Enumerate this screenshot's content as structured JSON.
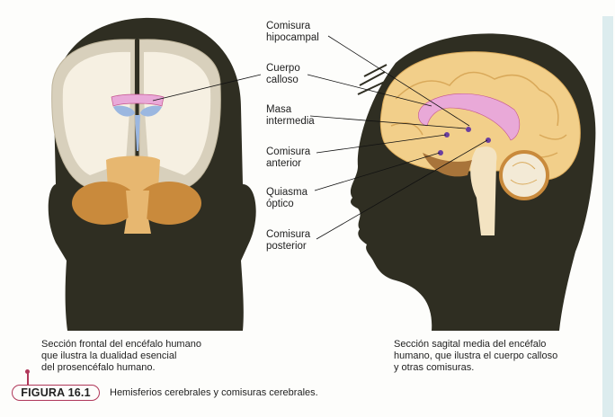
{
  "figure": {
    "number_label": "FIGURA 16.1",
    "title": "Hemisferios cerebrales y comisuras cerebrales.",
    "accent_color": "#b0385a"
  },
  "left_panel": {
    "view": "frontal-section",
    "caption": [
      "Sección frontal del encéfalo humano",
      "que ilustra la dualidad esencial",
      "del prosencéfalo humano."
    ]
  },
  "right_panel": {
    "view": "midsagittal-section",
    "caption": [
      "Sección sagital media del encéfalo",
      "humano, que ilustra el cuerpo calloso",
      "y otras comisuras."
    ]
  },
  "labels": [
    {
      "id": "comisura-hipocampal",
      "text": "Comisura\nhipocampal"
    },
    {
      "id": "cuerpo-calloso",
      "text": "Cuerpo\ncalloso"
    },
    {
      "id": "masa-intermedia",
      "text": "Masa\nintermedia"
    },
    {
      "id": "comisura-anterior",
      "text": "Comisura\nanterior"
    },
    {
      "id": "quiasma-optico",
      "text": "Quiasma\nóptico"
    },
    {
      "id": "comisura-posterior",
      "text": "Comisura\nposterior"
    }
  ],
  "colors": {
    "silhouette": "#2f2e22",
    "cortex": "#f2cf8a",
    "corpus_callosum": "#e9a9d8",
    "ventricle": "#9bb7e0",
    "commissure_dot": "#6b3fa0",
    "cerebellum": "#c98a3c"
  }
}
